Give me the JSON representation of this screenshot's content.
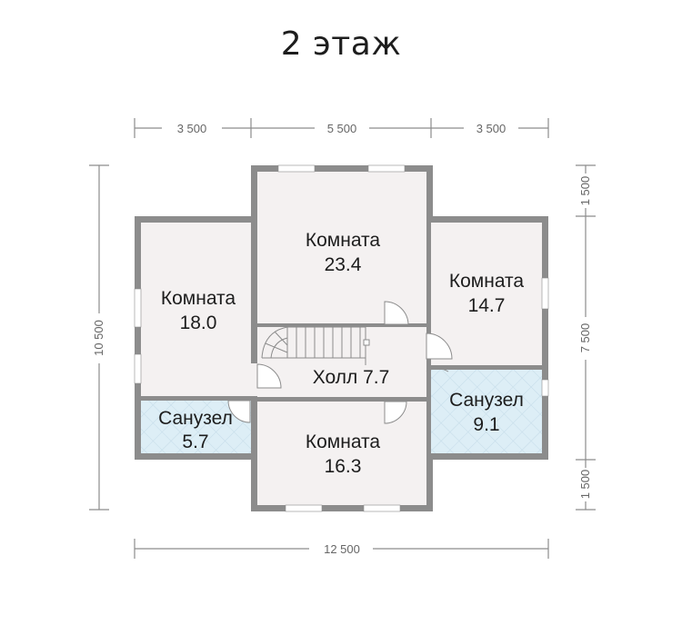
{
  "title": "2 этаж",
  "dimensions": {
    "top": [
      "3 500",
      "5 500",
      "3 500"
    ],
    "bottom": "12 500",
    "left": "10 500",
    "right": [
      "1 500",
      "7 500",
      "1 500"
    ]
  },
  "rooms": [
    {
      "id": "room-center-top",
      "name": "Комната",
      "area": "23.4"
    },
    {
      "id": "room-left",
      "name": "Комната",
      "area": "18.0"
    },
    {
      "id": "room-right",
      "name": "Комната",
      "area": "14.7"
    },
    {
      "id": "hall",
      "name": "Холл 7.7"
    },
    {
      "id": "bath-left",
      "name": "Санузел",
      "area": "5.7"
    },
    {
      "id": "bath-right",
      "name": "Санузел",
      "area": "9.1"
    },
    {
      "id": "room-center-bottom",
      "name": "Комната",
      "area": "16.3"
    }
  ],
  "colors": {
    "wall": "#8c8c8c",
    "room_fill": "#f4f1f1",
    "bath_fill": "#ddeef6",
    "window": "#ffffff",
    "dim_line": "#8c8c8c",
    "text": "#1d1d1d"
  }
}
